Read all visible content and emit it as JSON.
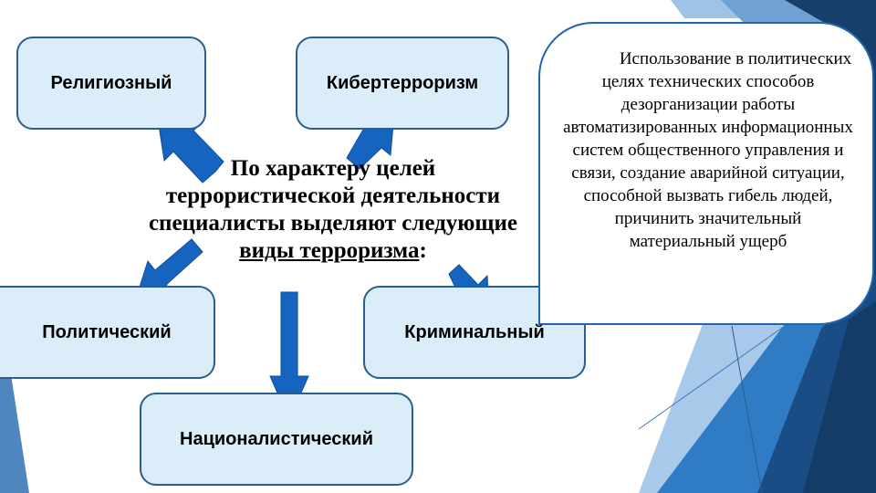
{
  "diagram": {
    "center_lines": [
      "По характеру целей",
      "террористической деятельности",
      "специалисты выделяют следующие"
    ],
    "center_underlined": "виды терроризма",
    "center_suffix": ":",
    "types": {
      "religious": "Религиозный",
      "cyber": "Кибертерроризм",
      "political": "Политический",
      "nationalist": "Националистический",
      "criminal": "Криминальный"
    },
    "cyber_definition": "Использование в политических целях технических способов дезорганизации работы автоматизированных информационных систем общественного управления и связи, создание аварийной ситуации, способной вызвать гибель людей, причинить значительный материальный ущерб"
  },
  "colors": {
    "box_fill": "#daedf8",
    "box_border": "#2a5e8e",
    "arrow": "#1565c0",
    "accent_dark": "#163f6b",
    "accent_mid": "#2f7bc4",
    "accent_light": "#9fc3e6"
  }
}
